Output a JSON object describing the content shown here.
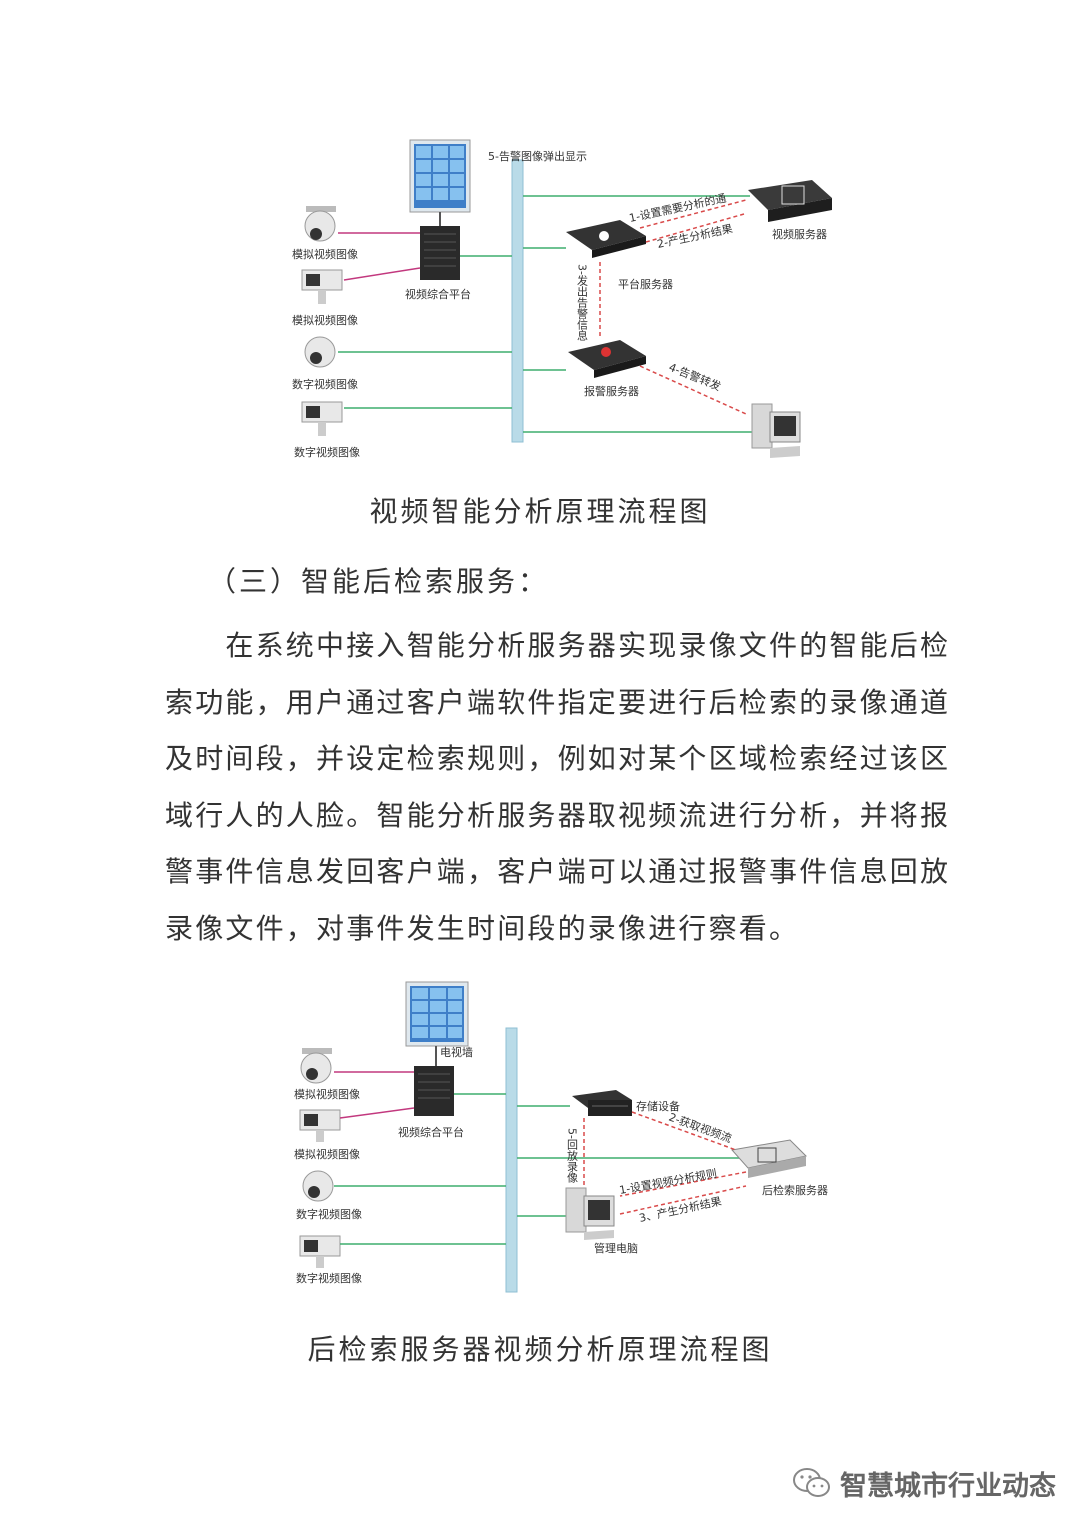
{
  "diagram1": {
    "labels": {
      "display_popup": "5-告警图像弹出显示",
      "set_rules": "1-设置需要分析的通",
      "produce_result": "2-产生分析结果",
      "video_server": "视频服务器",
      "platform_server": "平台服务器",
      "alarm_vertical": "3-发出告警信息",
      "alarm_server": "报警服务器",
      "alarm_forward": "4-告警转发",
      "cam1": "模拟视频图像",
      "cam2": "模拟视频图像",
      "cam3": "数字视频图像",
      "cam4": "数字视频图像",
      "platform": "视频综合平台"
    }
  },
  "caption1": "视频智能分析原理流程图",
  "heading": "（三）智能后检索服务：",
  "paragraph": [
    "　　在系统中接入智能分析服务器实现录像文件的智能后检",
    "索功能，用户通过客户端软件指定要进行后检索的录像通道",
    "及时间段，并设定检索规则，例如对某个区域检索经过该区",
    "域行人的人脸。智能分析服务器取视频流进行分析，并将报",
    "警事件信息发回客户端，客户端可以通过报警事件信息回放",
    "录像文件，对事件发生时间段的录像进行察看。"
  ],
  "diagram2": {
    "labels": {
      "tv_wall": "电视墙",
      "cam1": "模拟视频图像",
      "platform": "视频综合平台",
      "cam2": "模拟视频图像",
      "cam3": "数字视频图像",
      "cam4": "数字视频图像",
      "storage": "存储设备",
      "get_stream": "2-获取视频流",
      "playback_vertical": "5-回放录像",
      "set_rules": "1-设置视频分析规则",
      "produce_result": "3、产生分析结果",
      "search_server": "后检索服务器",
      "mgmt_pc": "管理电脑"
    }
  },
  "caption2": "后检索服务器视频分析原理流程图",
  "watermark": {
    "text": "智慧城市行业动态",
    "icon": "wechat-icon"
  },
  "colors": {
    "bus": "#b9dbe8",
    "green_link": "#3fae6f",
    "pink_link": "#c2387e",
    "red_dashed": "#d94a4a"
  }
}
